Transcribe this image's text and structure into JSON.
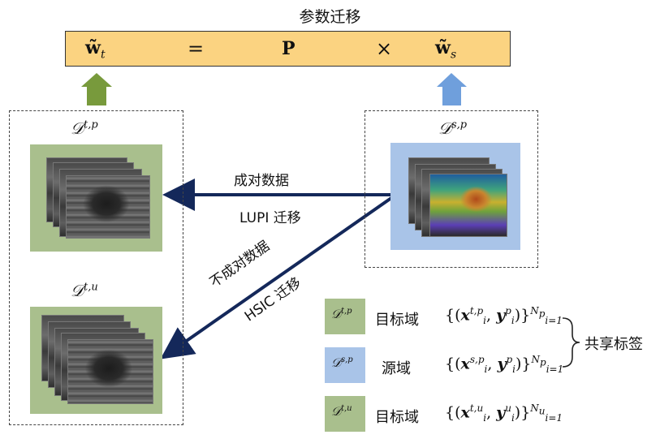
{
  "title": "参数迁移",
  "equation": {
    "lhs": "w̃",
    "lhs_sub": "t",
    "eq": "=",
    "matrix": "P",
    "times": "×",
    "rhs": "w̃",
    "rhs_sub": "s"
  },
  "panels": {
    "target_paired": {
      "label": "𝒟",
      "sup": "t,p"
    },
    "target_unpaired": {
      "label": "𝒟",
      "sup": "t,u"
    },
    "source_paired": {
      "label": "𝒟",
      "sup": "s,p"
    }
  },
  "arrows": {
    "paired_top": "成对数据",
    "paired_bottom": "LUPI 迁移",
    "unpaired_top": "不成对数据",
    "unpaired_bottom": "HSIC 迁移"
  },
  "legend": [
    {
      "swatch_label": "𝒟",
      "swatch_sup": "t,p",
      "name": "目标域",
      "x": "x",
      "x_sup": "t,p",
      "x_sub": "i",
      "y": "y",
      "y_sup": "p",
      "y_sub": "i",
      "upper": "N",
      "upper_sub": "p",
      "lower": "i=1",
      "color": "#a9bf8d"
    },
    {
      "swatch_label": "𝒟",
      "swatch_sup": "s,p",
      "name": "源域",
      "x": "x",
      "x_sup": "s,p",
      "x_sub": "i",
      "y": "y",
      "y_sup": "p",
      "y_sub": "i",
      "upper": "N",
      "upper_sub": "p",
      "lower": "i=1",
      "color": "#a9c4e8"
    },
    {
      "swatch_label": "𝒟",
      "swatch_sup": "t,u",
      "name": "目标域",
      "x": "x",
      "x_sup": "t,u",
      "x_sub": "i",
      "y": "y",
      "y_sup": "u",
      "y_sub": "i",
      "upper": "N",
      "upper_sub": "u",
      "lower": "i=1",
      "color": "#a9bf8d"
    }
  ],
  "shared_label": "共享标签",
  "colors": {
    "equation_bar": "#fbd381",
    "green_arrow": "#789a3c",
    "blue_arrow": "#6f9fdc",
    "dark_arrow": "#14285a"
  }
}
